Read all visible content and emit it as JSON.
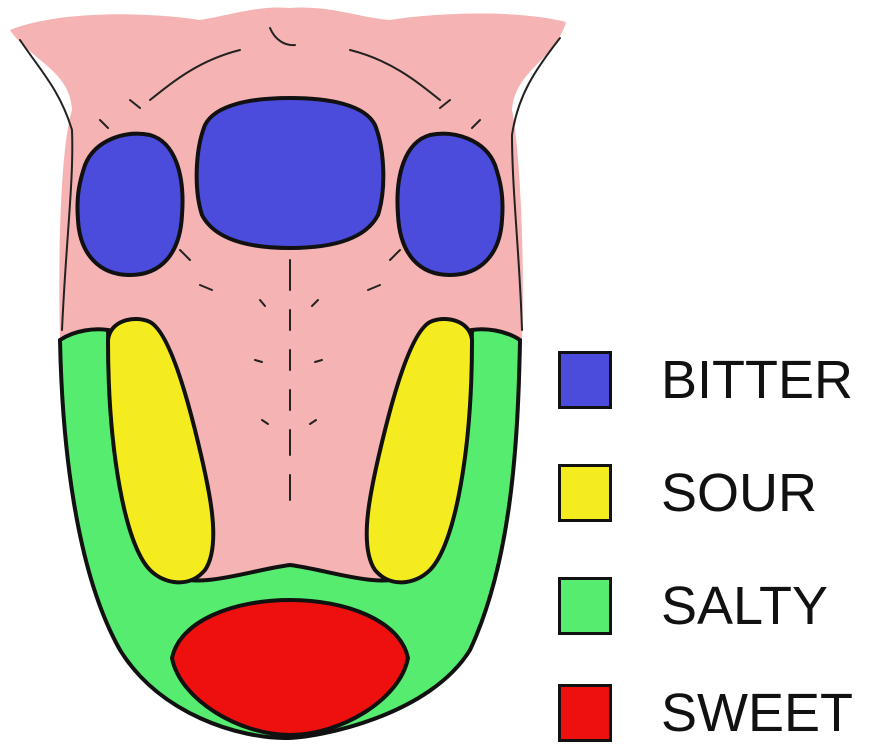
{
  "colors": {
    "tongue": "#f6b3b3",
    "bitter": "#4b4bdc",
    "sour": "#f5ec1f",
    "salty": "#56ec6f",
    "sweet": "#ee0f0f",
    "outline": "#111111"
  },
  "legend": {
    "items": [
      {
        "label": "BITTER",
        "color": "#4b4bdc",
        "icon": "bitter-swatch"
      },
      {
        "label": "SOUR",
        "color": "#f5ec1f",
        "icon": "sour-swatch"
      },
      {
        "label": "SALTY",
        "color": "#56ec6f",
        "icon": "salty-swatch"
      },
      {
        "label": "SWEET",
        "color": "#ee0f0f",
        "icon": "sweet-swatch"
      }
    ]
  }
}
